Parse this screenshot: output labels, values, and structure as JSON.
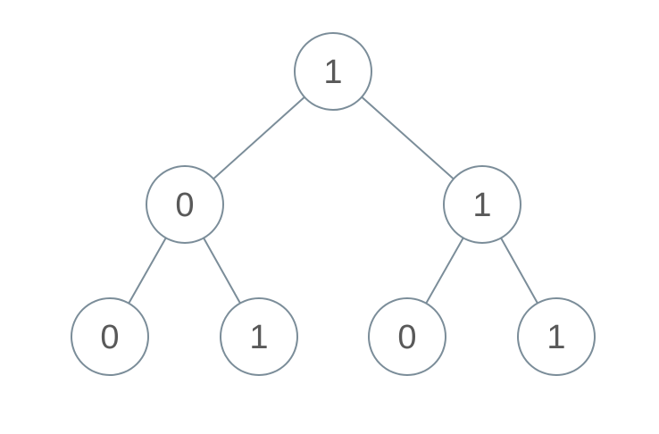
{
  "diagram": {
    "type": "binary-tree",
    "background_color": "#ffffff",
    "node_fill_color": "#ffffff",
    "node_stroke_color": "#7b8d99",
    "edge_color": "#7b8d99",
    "label_color": "#595959",
    "nodes": [
      {
        "id": "root",
        "level": 0,
        "label": "1"
      },
      {
        "id": "root-left",
        "level": 1,
        "label": "0"
      },
      {
        "id": "root-right",
        "level": 1,
        "label": "1"
      },
      {
        "id": "left-left",
        "level": 2,
        "label": "0"
      },
      {
        "id": "left-right",
        "level": 2,
        "label": "1"
      },
      {
        "id": "right-left",
        "level": 2,
        "label": "0"
      },
      {
        "id": "right-right",
        "level": 2,
        "label": "1"
      }
    ],
    "edges": [
      {
        "from": "root",
        "to": "root-left"
      },
      {
        "from": "root",
        "to": "root-right"
      },
      {
        "from": "root-left",
        "to": "left-left"
      },
      {
        "from": "root-left",
        "to": "left-right"
      },
      {
        "from": "root-right",
        "to": "right-left"
      },
      {
        "from": "root-right",
        "to": "right-right"
      }
    ],
    "levels": [
      [
        "1"
      ],
      [
        "0",
        "1"
      ],
      [
        "0",
        "1",
        "0",
        "1"
      ]
    ]
  }
}
